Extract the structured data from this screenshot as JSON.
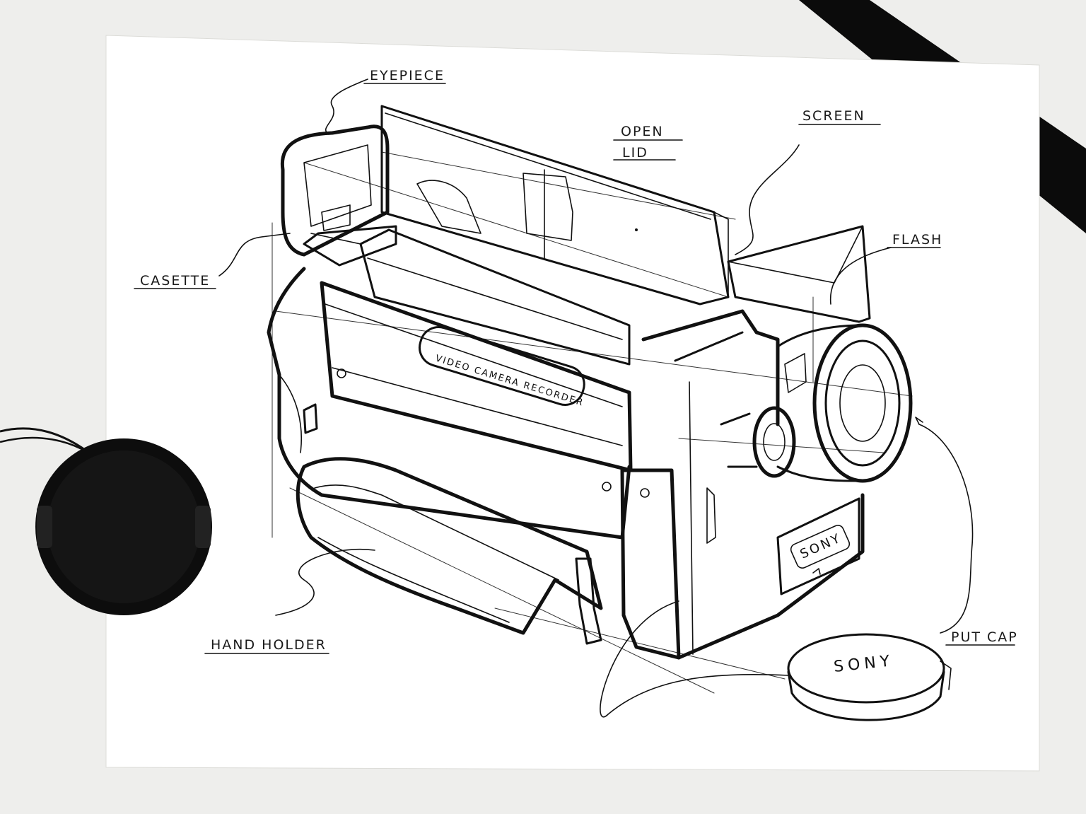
{
  "drawing": {
    "labels": {
      "eyepiece": "EYEPIECE",
      "open": "OPEN",
      "lid": "LID",
      "screen": "SCREEN",
      "flash": "FLASH",
      "cassette": "CASETTE",
      "hand_holder": "HAND HOLDER",
      "put_cap": "PUT CAP"
    },
    "body_text": {
      "model": "VIDEO CAMERA RECORDER",
      "brand": "SONY"
    },
    "cap_text": "SONY"
  },
  "colors": {
    "paper": "#ffffff",
    "background": "#eeeeec",
    "ink": "#111111",
    "lens_cap": "#0d0d0d"
  }
}
